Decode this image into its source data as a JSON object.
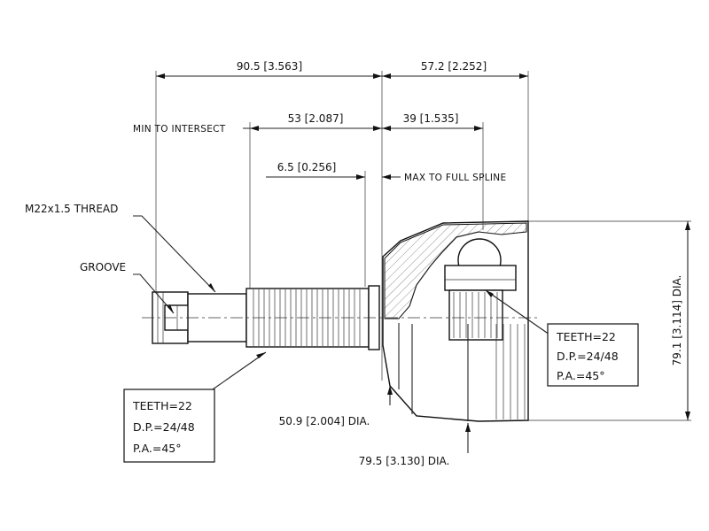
{
  "dimensions": {
    "overall_left": "90.5 [3.563]",
    "overall_right": "57.2 [2.252]",
    "min_intersect_value": "53 [2.087]",
    "max_spline_value": "39 [1.535]",
    "shoulder_offset": "6.5 [0.256]",
    "outer_diameter": "79.1 [3.114] DIA.",
    "seal_diameter": "50.9 [2.004] DIA.",
    "bell_diameter": "79.5 [3.130] DIA."
  },
  "callouts": {
    "min_to_intersect": "MIN TO INTERSECT",
    "max_to_full_spline": "MAX TO FULL SPLINE",
    "thread": "M22x1.5 THREAD",
    "groove": "GROOVE"
  },
  "spline_outer": {
    "teeth": "TEETH=22",
    "dp": "D.P.=24/48",
    "pa": "P.A.=45°"
  },
  "spline_inner": {
    "teeth": "TEETH=22",
    "dp": "D.P.=24/48",
    "pa": "P.A.=45°"
  }
}
